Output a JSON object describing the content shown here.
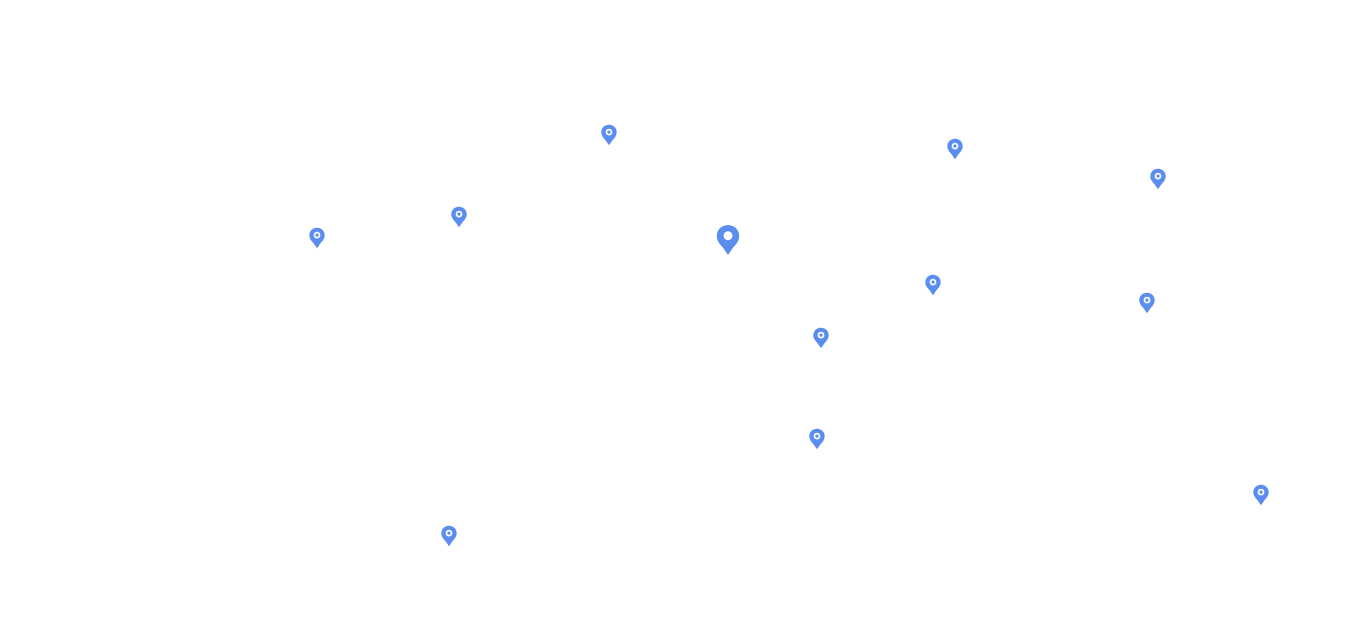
{
  "map": {
    "pin_color": "#5b8def",
    "pin_inner_color": "#ffffff",
    "pins": [
      {
        "kind": "small",
        "icon": "location-pin-icon"
      },
      {
        "kind": "small",
        "icon": "location-pin-icon"
      },
      {
        "kind": "small",
        "icon": "location-pin-icon"
      },
      {
        "kind": "small",
        "icon": "location-pin-icon"
      },
      {
        "kind": "small",
        "icon": "location-pin-icon"
      },
      {
        "kind": "selected",
        "icon": "location-pin-icon"
      },
      {
        "kind": "small",
        "icon": "location-pin-icon"
      },
      {
        "kind": "small",
        "icon": "location-pin-icon"
      },
      {
        "kind": "small",
        "icon": "location-pin-icon"
      },
      {
        "kind": "small",
        "icon": "location-pin-icon"
      },
      {
        "kind": "small",
        "icon": "location-pin-icon"
      },
      {
        "kind": "small",
        "icon": "location-pin-icon"
      }
    ]
  }
}
